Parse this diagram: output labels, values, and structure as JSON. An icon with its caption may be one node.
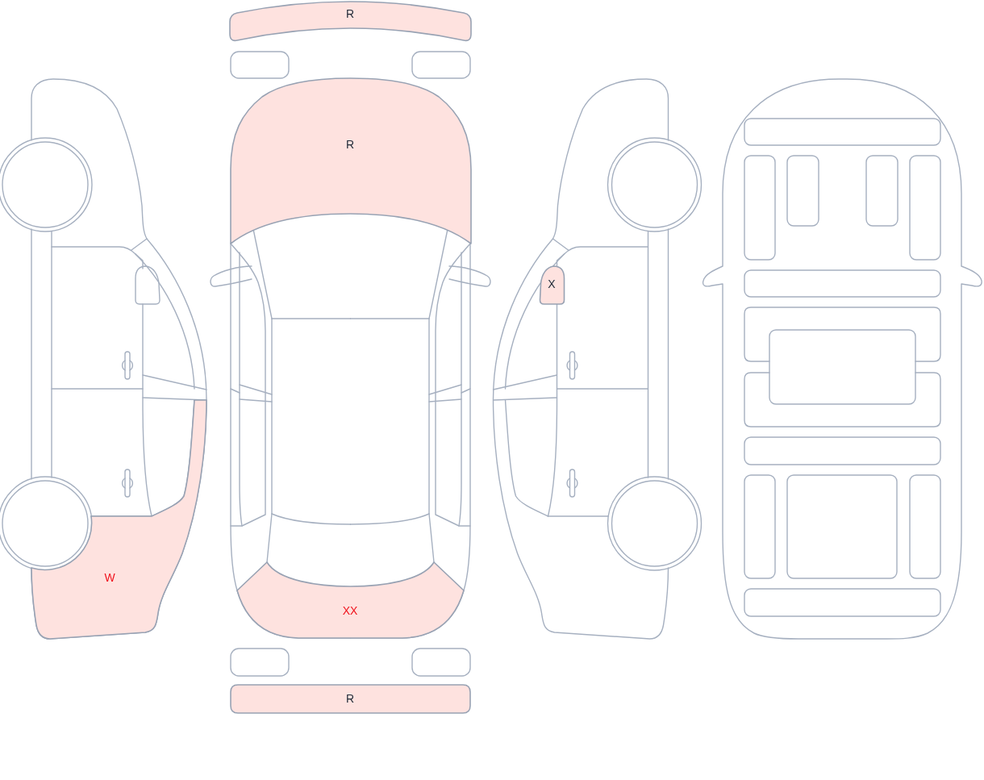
{
  "diagram": {
    "nodes": [
      {
        "text": [
          "R"
        ]
      },
      {
        "text": [
          "R"
        ]
      },
      {
        "text": [
          "X"
        ]
      },
      {
        "text": [
          "W"
        ]
      },
      {
        "text": [
          "XX"
        ]
      },
      {
        "text": [
          "R"
        ]
      }
    ]
  }
}
